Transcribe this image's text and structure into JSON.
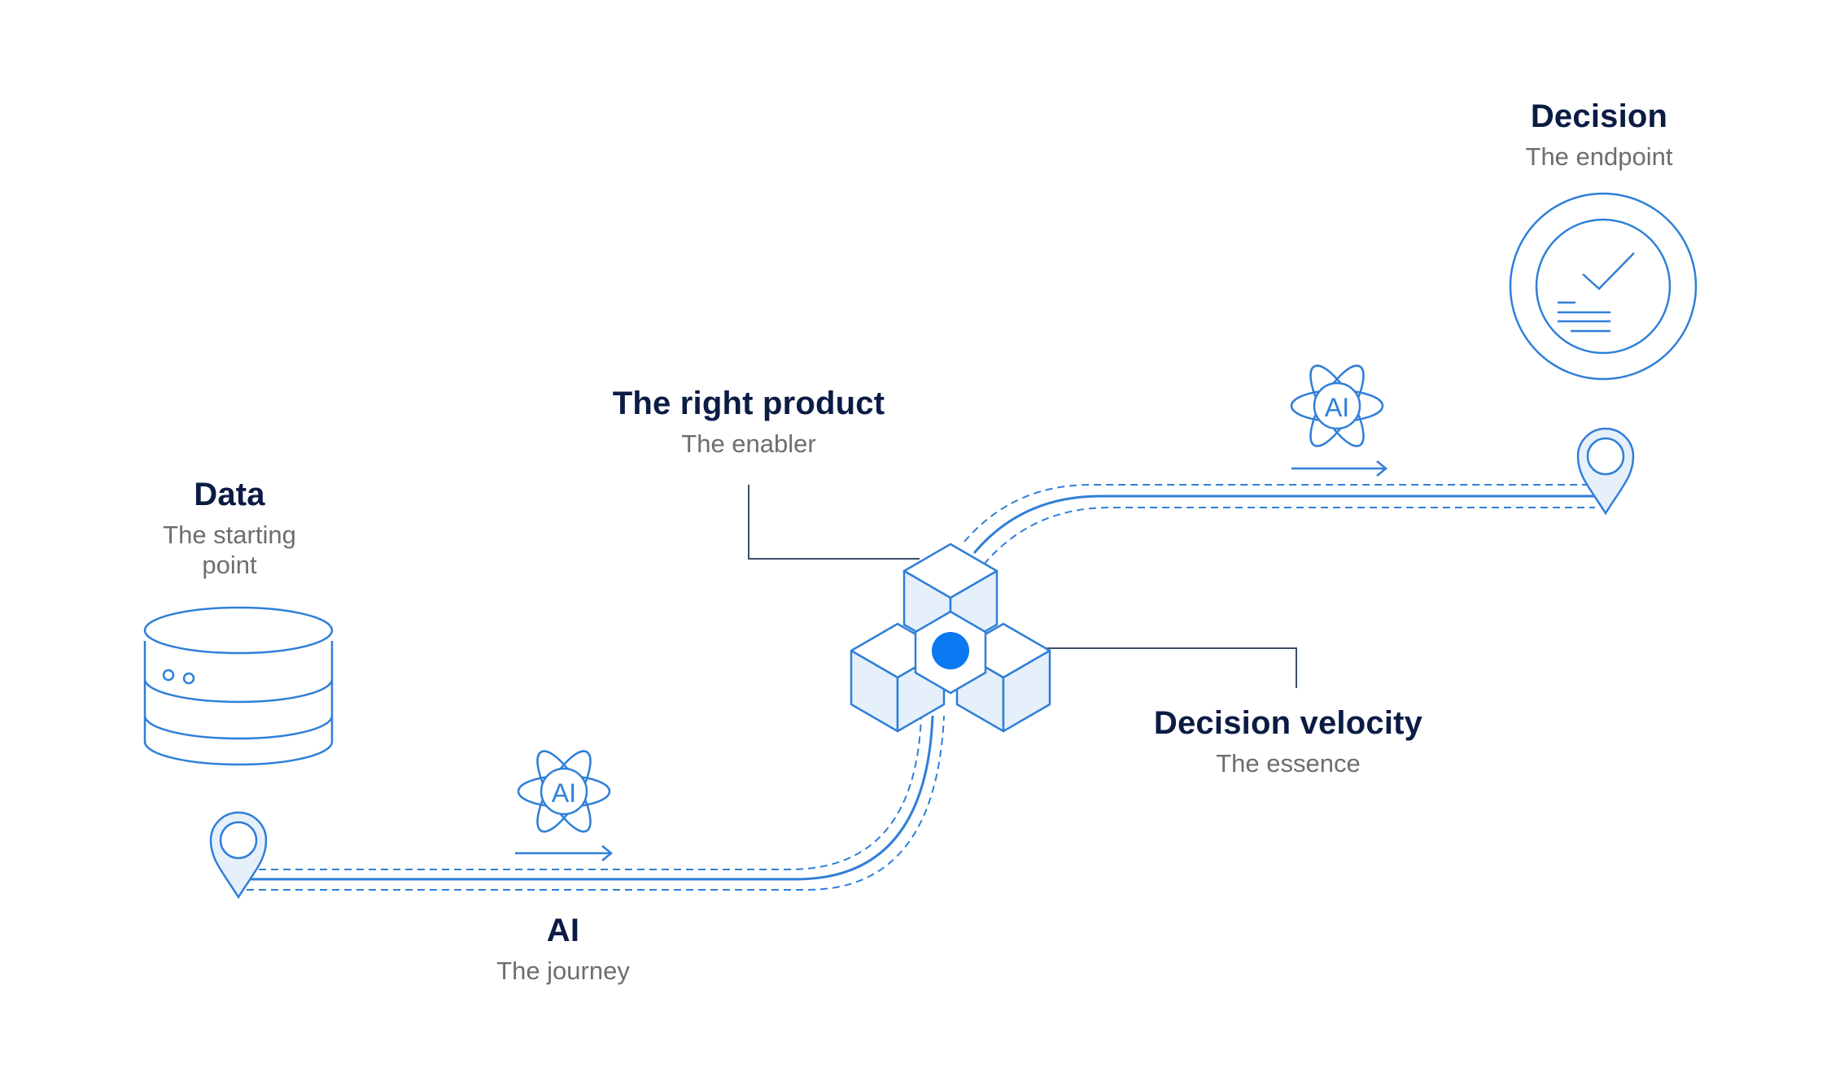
{
  "colors": {
    "line": "#2f7fd8",
    "accent": "#0a78f0",
    "fill": "#e6f0fb",
    "navy": "#0b1b44",
    "gray": "#6e6e6e",
    "leader": "#3f4d66"
  },
  "labels": {
    "data": {
      "title": "Data",
      "subtitle_line1": "The starting",
      "subtitle_line2": "point"
    },
    "product": {
      "title": "The right product",
      "subtitle": "The enabler"
    },
    "velocity": {
      "title": "Decision velocity",
      "subtitle": "The essence"
    },
    "ai": {
      "title": "AI",
      "subtitle": "The journey"
    },
    "decision": {
      "title": "Decision",
      "subtitle": "The endpoint"
    }
  },
  "badges": {
    "ai_1": "AI",
    "ai_2": "AI"
  },
  "icons": [
    "database-icon",
    "location-pin-icon",
    "atom-ai-icon",
    "arrow-right-icon",
    "cube-cluster-icon",
    "decision-check-icon"
  ]
}
